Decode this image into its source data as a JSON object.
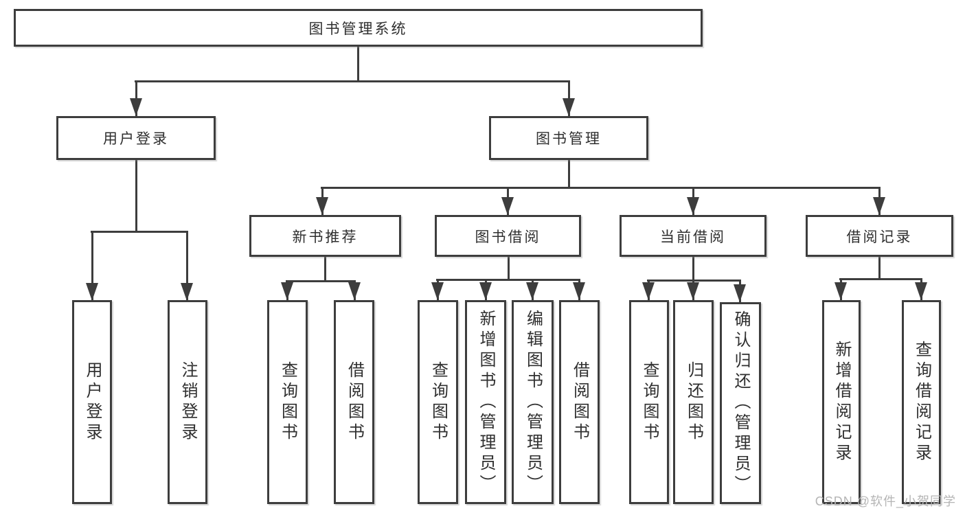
{
  "nodes": {
    "root": "图书管理系统",
    "user_login_group": "用户登录",
    "book_management": "图书管理",
    "new_book_recommend": "新书推荐",
    "book_borrowing": "图书借阅",
    "current_borrowing": "当前借阅",
    "borrowing_records": "借阅记录",
    "user_login": "用户登录",
    "logout_login": "注销登录",
    "query_books_recommend": "查询图书",
    "borrow_books_recommend": "借阅图书",
    "query_books_borrowing": "查询图书",
    "add_books_admin": "新增图书（管理员）",
    "edit_books_admin": "编辑图书（管理员）",
    "borrow_books_borrowing": "借阅图书",
    "query_books_current": "查询图书",
    "return_books": "归还图书",
    "confirm_return_admin": "确认归还（管理员）",
    "add_borrowing_record": "新增借阅记录",
    "query_borrowing_record": "查询借阅记录"
  },
  "watermark": {
    "text": "CSDN @软件_小贺同学"
  },
  "colors": {
    "line": "#3d3d3d",
    "text": "#2f2f2f",
    "watermark": "#b5b5b5",
    "background": "#ffffff"
  }
}
